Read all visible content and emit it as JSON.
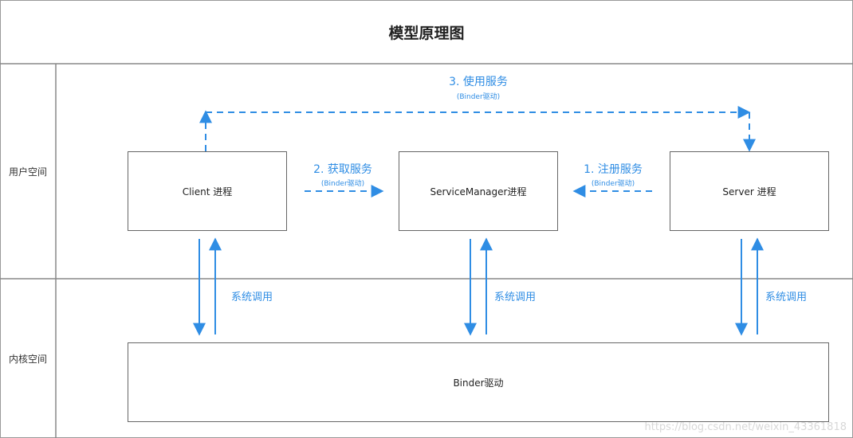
{
  "title": "模型原理图",
  "regions": {
    "user_space": "用户空间",
    "kernel_space": "内核空间"
  },
  "boxes": {
    "client": "Client 进程",
    "service_manager": "ServiceManager进程",
    "server": "Server 进程",
    "binder_driver": "Binder驱动"
  },
  "edges": {
    "use_service": {
      "label": "3. 使用服务",
      "sub": "(Binder驱动)"
    },
    "get_service": {
      "label": "2. 获取服务",
      "sub": "(Binder驱动)"
    },
    "register_service": {
      "label": "1. 注册服务",
      "sub": "(Binder驱动)"
    },
    "syscall": "系统调用"
  },
  "watermark": "https://blog.csdn.net/weixin_43361818",
  "colors": {
    "arrow": "#2f8de4",
    "border": "#666666",
    "frame": "#999999"
  }
}
